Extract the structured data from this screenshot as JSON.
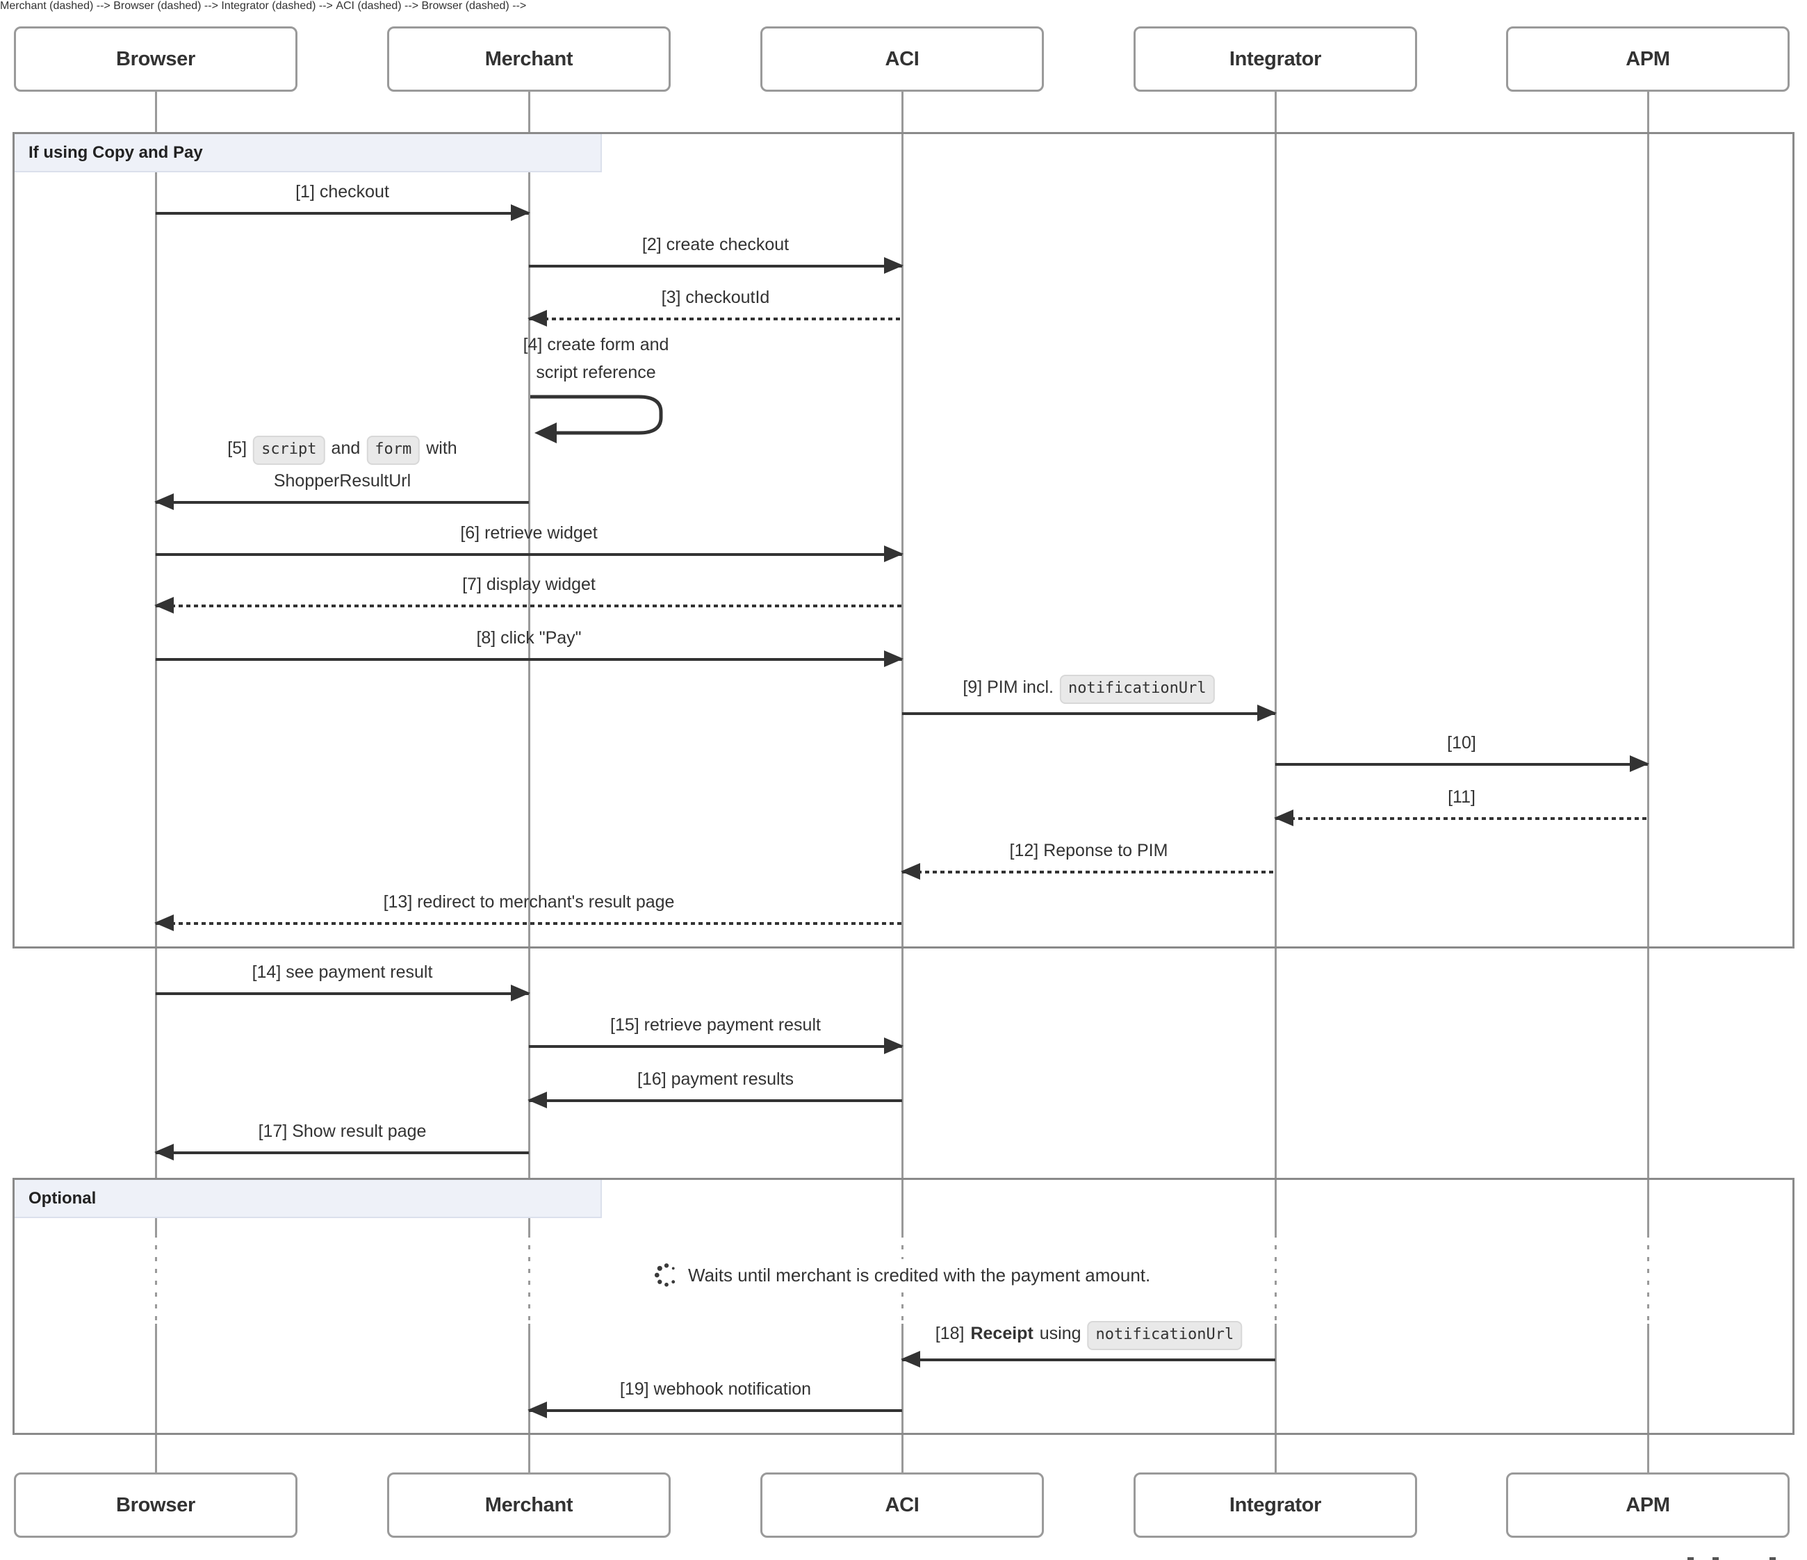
{
  "actors": [
    "Browser",
    "Merchant",
    "ACI",
    "Integrator",
    "APM"
  ],
  "frames": [
    {
      "label": "If using Copy and Pay"
    },
    {
      "label": "Optional"
    }
  ],
  "note": {
    "icon": "spinner-icon",
    "text": "Waits until merchant is credited with the payment amount."
  },
  "messages": [
    {
      "label": "[1] checkout"
    },
    {
      "label": "[2] create checkout"
    },
    {
      "label": "[3] checkoutId"
    },
    {
      "line1": "[4] create form and",
      "line2": "script reference"
    },
    {
      "num": "[5]",
      "code1": "script",
      "mid": "and",
      "code2": "form",
      "suffix": "with",
      "line2": "ShopperResultUrl"
    },
    {
      "label": "[6] retrieve widget"
    },
    {
      "label": "[7] display widget"
    },
    {
      "label": "[8] click \"Pay\""
    },
    {
      "prefix": "[9] PIM incl.",
      "code": "notificationUrl"
    },
    {
      "label": "[10]"
    },
    {
      "label": "[11]"
    },
    {
      "label": "[12] Reponse to PIM"
    },
    {
      "label": "[13] redirect to merchant's result page"
    },
    {
      "label": "[14] see payment result"
    },
    {
      "label": "[15] retrieve payment result"
    },
    {
      "label": "[16] payment results"
    },
    {
      "label": "[17] Show result page"
    },
    {
      "num": "[18]",
      "bold": "Receipt",
      "mid": "using",
      "code": "notificationUrl"
    },
    {
      "label": "[19] webhook notification"
    }
  ],
  "colors": {
    "arrow": "#333333",
    "lifeline": "#9a9a9a",
    "frame_border": "#8a8a8a",
    "frame_label_bg": "#eef1f8",
    "code_chip_bg": "#e9e9e9",
    "actor_border": "#9a9a9a"
  }
}
